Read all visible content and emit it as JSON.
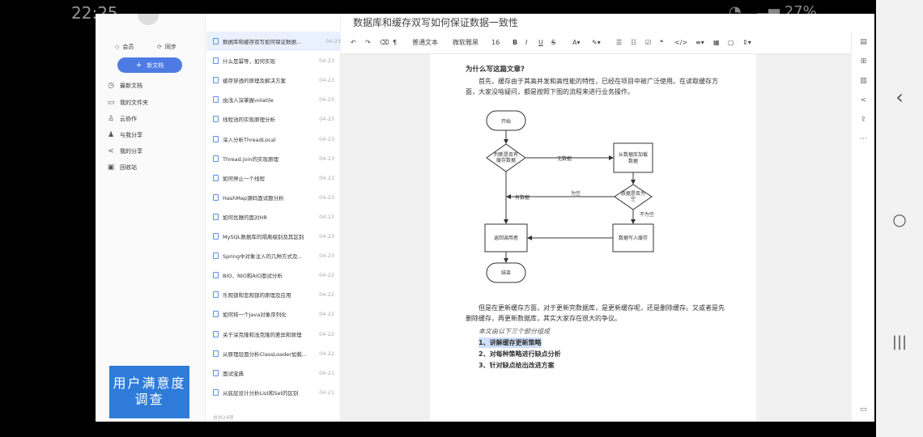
{
  "status_bar": {
    "time": "22:25",
    "battery": "27%"
  },
  "window": {
    "title": "数据库和缓存双写如何保证数据一致性"
  },
  "leftnav": {
    "member": "会员",
    "sync": "同步",
    "new_doc": "新文档",
    "items": [
      {
        "label": "最新文档",
        "icon": "clock-icon"
      },
      {
        "label": "我的文件夹",
        "icon": "folder-icon"
      },
      {
        "label": "云协作",
        "icon": "people-icon"
      },
      {
        "label": "与我分享",
        "icon": "person-icon"
      },
      {
        "label": "我的分享",
        "icon": "share-icon"
      },
      {
        "label": "回收站",
        "icon": "trash-icon"
      }
    ],
    "survey": "用户满意度调查"
  },
  "doclist": {
    "items": [
      {
        "title": "数据库和缓存双写如何保证数据...",
        "date": "04-23"
      },
      {
        "title": "什么是幂等，如何实现",
        "date": "04-23"
      },
      {
        "title": "缓存穿透的原理及解决方案",
        "date": "04-23"
      },
      {
        "title": "由浅入深掌握volatile",
        "date": "04-23"
      },
      {
        "title": "线程池的实现原理分析",
        "date": "04-23"
      },
      {
        "title": "深入分析ThreadLocal",
        "date": "04-23"
      },
      {
        "title": "Thread.join的实现原理",
        "date": "04-23"
      },
      {
        "title": "如何停止一个线程",
        "date": "04-23"
      },
      {
        "title": "HashMap源码面试题分析",
        "date": "04-23"
      },
      {
        "title": "如何优雅的面对HR",
        "date": "04-23"
      },
      {
        "title": "MySQL数据库的隔离级别及其区别",
        "date": "04-23"
      },
      {
        "title": "Spring中对象注入的几种方式及...",
        "date": "04-23"
      },
      {
        "title": "BIO、NIO和AIO面试分析",
        "date": "04-22"
      },
      {
        "title": "乐观锁和悲观锁的原理及应用",
        "date": "04-22"
      },
      {
        "title": "如何将一个Java对象序列化",
        "date": "04-22"
      },
      {
        "title": "关于深克隆和浅克隆的差异和原理",
        "date": "04-22"
      },
      {
        "title": "从原理层面分析ClassLoader加载...",
        "date": "04-22"
      },
      {
        "title": "面试宝典",
        "date": "04-21"
      },
      {
        "title": "从底层设计分析List和Set的区别",
        "date": "04-21"
      }
    ],
    "count": "总共24项"
  },
  "toolbar": {
    "style": "普通文本",
    "font": "微软雅黑",
    "size": "16",
    "bold": "B",
    "italic": "I",
    "underline": "U",
    "strike": "S"
  },
  "document": {
    "heading": "为什么写这篇文章?",
    "para1": "首先，缓存由于其高并发和高性能的特性，已经在项目中被广泛使用。在读取缓存方面，大家没啥疑问，都是按照下图的流程来进行业务操作。",
    "para2": "但是在更新缓存方面，对于更新完数据库，是更新缓存呢，还是删除缓存。又或者是先删除缓存，再更新数据库，其实大家存在很大的争议。",
    "intro": "本文由以下三个部分组成",
    "list": [
      "1、讲解缓存更新策略",
      "2、对每种策略进行缺点分析",
      "3、针对缺点给出改进方案"
    ]
  },
  "flowchart": {
    "start": "开始",
    "decision1": [
      "判断是否有",
      "缓存数据"
    ],
    "no_data": "无数据",
    "load_db": [
      "从数据库加载",
      "数据"
    ],
    "decision2": [
      "数据是否为",
      "空"
    ],
    "has_data": "有数据",
    "is_empty": "为空",
    "not_empty": "不为空",
    "return": "返回调用者",
    "write_cache": "数据写入缓存",
    "end": "结束"
  },
  "colors": {
    "accent": "#4e7be3",
    "survey": "#2e7bd9",
    "selected": "#eaf1fe"
  }
}
